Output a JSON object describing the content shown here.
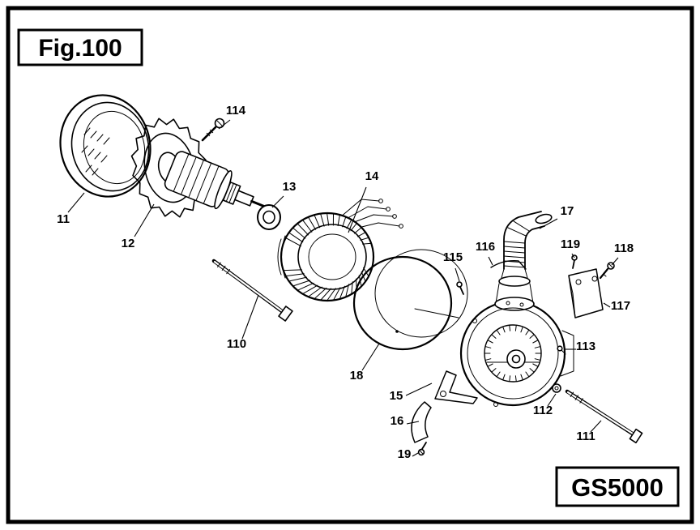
{
  "colors": {
    "ink": "#000000",
    "background": "#ffffff"
  },
  "figure": {
    "label": "Fig.100"
  },
  "model": {
    "label": "GS5000"
  },
  "diagram": {
    "parts": [
      {
        "label": "11",
        "text": [
          78,
          275
        ],
        "leader": [
          84,
          262,
          104,
          238
        ]
      },
      {
        "label": "12",
        "text": [
          158,
          305
        ],
        "leader": [
          166,
          292,
          190,
          252
        ]
      },
      {
        "label": "13",
        "text": [
          357,
          235
        ],
        "leader": [
          350,
          242,
          336,
          256
        ]
      },
      {
        "label": "14",
        "text": [
          459,
          222
        ],
        "leader": [
          452,
          231,
          430,
          287
        ]
      },
      {
        "label": "15",
        "text": [
          489,
          493
        ],
        "leader": [
          501,
          488,
          533,
          473
        ]
      },
      {
        "label": "16",
        "text": [
          490,
          524
        ],
        "leader": [
          502,
          523,
          517,
          520
        ]
      },
      {
        "label": "17",
        "text": [
          700,
          265
        ],
        "leader": [
          688,
          270,
          666,
          282
        ]
      },
      {
        "label": "18",
        "text": [
          440,
          468
        ],
        "leader": [
          447,
          457,
          468,
          424
        ]
      },
      {
        "label": "19",
        "text": [
          499,
          565
        ],
        "leader": [
          509,
          563,
          516,
          559
        ]
      },
      {
        "label": "110",
        "text": [
          292,
          429
        ],
        "leader": [
          299,
          418,
          319,
          364
        ]
      },
      {
        "label": "111",
        "text": [
          723,
          543
        ],
        "leader": [
          729,
          533,
          742,
          519
        ]
      },
      {
        "label": "112",
        "text": [
          670,
          511
        ],
        "leader": [
          676,
          501,
          686,
          486
        ]
      },
      {
        "label": "113",
        "text": [
          723,
          432
        ],
        "leader": [
          711,
          431,
          697,
          431
        ]
      },
      {
        "label": "114",
        "text": [
          291,
          141
        ],
        "leader": [
          284,
          148,
          270,
          159
        ]
      },
      {
        "label": "115",
        "text": [
          559,
          322
        ],
        "leader": [
          562,
          331,
          567,
          347
        ]
      },
      {
        "label": "116",
        "text": [
          599,
          309
        ],
        "leader": [
          603,
          317,
          608,
          327
        ]
      },
      {
        "label": "117",
        "text": [
          766,
          382
        ],
        "leader": [
          753,
          379,
          745,
          374
        ]
      },
      {
        "label": "118",
        "text": [
          770,
          311
        ],
        "leader": [
          763,
          318,
          755,
          327
        ]
      },
      {
        "label": "119",
        "text": [
          704,
          306
        ],
        "leader": [
          706,
          313,
          709,
          318
        ]
      }
    ]
  }
}
